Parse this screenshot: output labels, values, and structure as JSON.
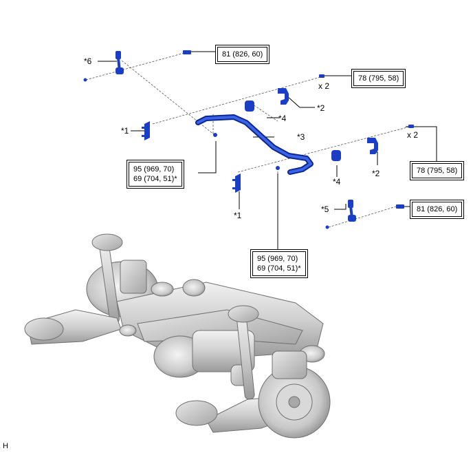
{
  "callouts": {
    "c6": "*6",
    "c1a": "*1",
    "c1b": "*1",
    "c2a": "*2",
    "c2b": "*2",
    "c3": "*3",
    "c4a": "*4",
    "c4b": "*4",
    "c5": "*5",
    "x2a": "x 2",
    "x2b": "x 2"
  },
  "torque": {
    "link_top": "81 (826, 60)",
    "link_right": "81 (826, 60)",
    "bracket_top": "78 (795, 58)",
    "bracket_right": "78 (795, 58)",
    "bolt_left_line1": "95 (969, 70)",
    "bolt_left_line2": "69 (704, 51)*",
    "bolt_mid_line1": "95 (969, 70)",
    "bolt_mid_line2": "69 (704, 51)*"
  },
  "corner_label": "H",
  "colors": {
    "part_blue": "#1a3fc4",
    "part_blue_dark": "#0d2590",
    "assembly_gray": "#cfcfcf"
  }
}
